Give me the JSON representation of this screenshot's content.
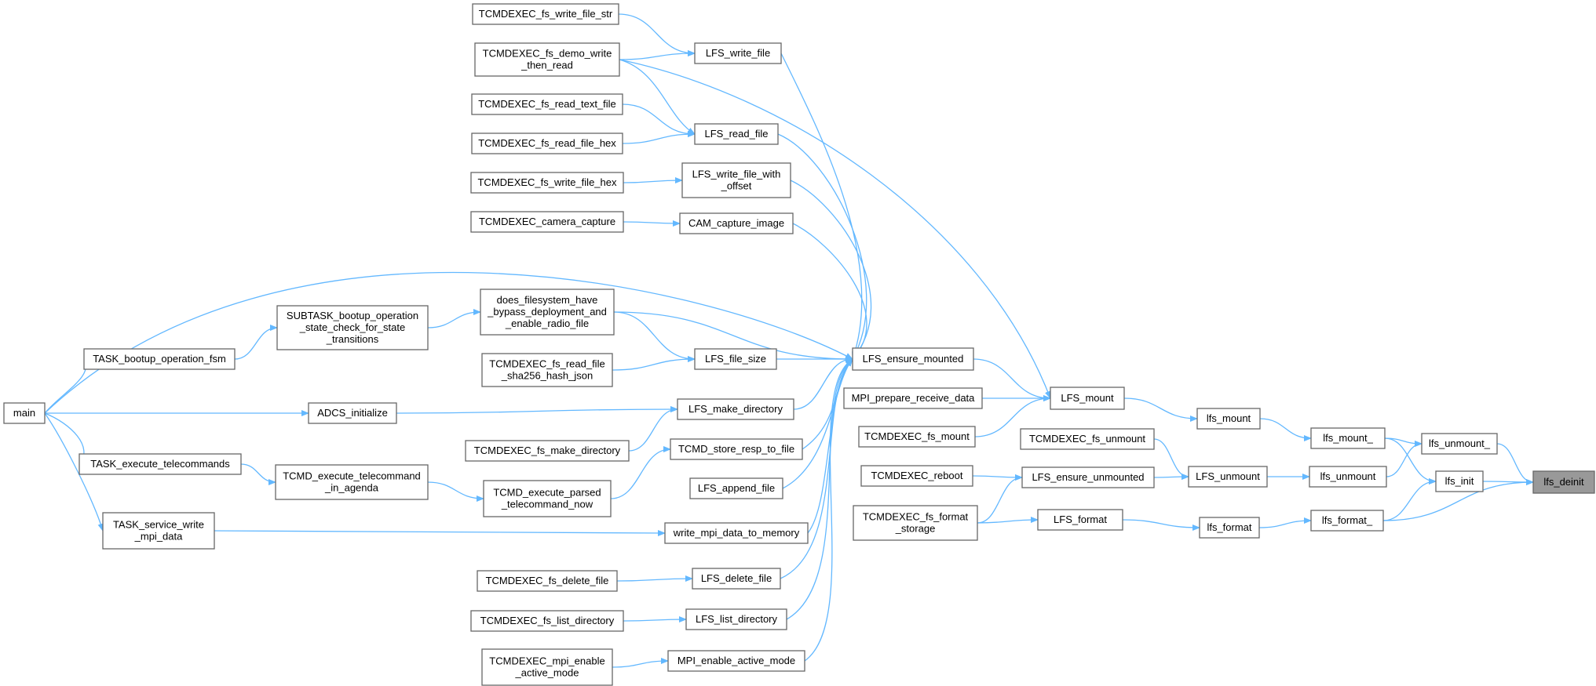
{
  "graph": {
    "root": "lfs_deinit",
    "colors": {
      "edge": "#63b8ff",
      "root_fill": "#999999",
      "node_border": "#666666"
    },
    "nodes": [
      {
        "id": "lfs_deinit",
        "lines": [
          "lfs_deinit"
        ]
      },
      {
        "id": "lfs_unmount_",
        "lines": [
          "lfs_unmount_"
        ]
      },
      {
        "id": "lfs_init",
        "lines": [
          "lfs_init"
        ]
      },
      {
        "id": "lfs_mount_",
        "lines": [
          "lfs_mount_"
        ]
      },
      {
        "id": "lfs_unmount",
        "lines": [
          "lfs_unmount"
        ]
      },
      {
        "id": "lfs_format_",
        "lines": [
          "lfs_format_"
        ]
      },
      {
        "id": "lfs_mount",
        "lines": [
          "lfs_mount"
        ]
      },
      {
        "id": "LFS_unmount",
        "lines": [
          "LFS_unmount"
        ]
      },
      {
        "id": "lfs_format",
        "lines": [
          "lfs_format"
        ]
      },
      {
        "id": "LFS_mount",
        "lines": [
          "LFS_mount"
        ]
      },
      {
        "id": "LFS_ensure_unmounted",
        "lines": [
          "LFS_ensure_unmounted"
        ]
      },
      {
        "id": "LFS_format",
        "lines": [
          "LFS_format"
        ]
      },
      {
        "id": "TCMDEXEC_fs_unmount",
        "lines": [
          "TCMDEXEC_fs_unmount"
        ]
      },
      {
        "id": "TCMDEXEC_reboot",
        "lines": [
          "TCMDEXEC_reboot"
        ]
      },
      {
        "id": "TCMDEXEC_fs_format_storage",
        "lines": [
          "TCMDEXEC_fs_format",
          "_storage"
        ]
      },
      {
        "id": "LFS_ensure_mounted",
        "lines": [
          "LFS_ensure_mounted"
        ]
      },
      {
        "id": "MPI_prepare_receive_data",
        "lines": [
          "MPI_prepare_receive_data"
        ]
      },
      {
        "id": "TCMDEXEC_fs_mount",
        "lines": [
          "TCMDEXEC_fs_mount"
        ]
      },
      {
        "id": "LFS_write_file",
        "lines": [
          "LFS_write_file"
        ]
      },
      {
        "id": "LFS_read_file",
        "lines": [
          "LFS_read_file"
        ]
      },
      {
        "id": "LFS_write_file_with_offset",
        "lines": [
          "LFS_write_file_with",
          "_offset"
        ]
      },
      {
        "id": "CAM_capture_image",
        "lines": [
          "CAM_capture_image"
        ]
      },
      {
        "id": "does_filesystem",
        "lines": [
          "does_filesystem_have",
          "_bypass_deployment_and",
          "_enable_radio_file"
        ]
      },
      {
        "id": "LFS_file_size",
        "lines": [
          "LFS_file_size"
        ]
      },
      {
        "id": "LFS_make_directory",
        "lines": [
          "LFS_make_directory"
        ]
      },
      {
        "id": "TCMD_store_resp_to_file",
        "lines": [
          "TCMD_store_resp_to_file"
        ]
      },
      {
        "id": "LFS_append_file",
        "lines": [
          "LFS_append_file"
        ]
      },
      {
        "id": "write_mpi_data_to_memory",
        "lines": [
          "write_mpi_data_to_memory"
        ]
      },
      {
        "id": "LFS_delete_file",
        "lines": [
          "LFS_delete_file"
        ]
      },
      {
        "id": "LFS_list_directory",
        "lines": [
          "LFS_list_directory"
        ]
      },
      {
        "id": "MPI_enable_active_mode",
        "lines": [
          "MPI_enable_active_mode"
        ]
      },
      {
        "id": "TCMDEXEC_fs_write_file_str",
        "lines": [
          "TCMDEXEC_fs_write_file_str"
        ]
      },
      {
        "id": "TCMDEXEC_fs_demo_write_then_read",
        "lines": [
          "TCMDEXEC_fs_demo_write",
          "_then_read"
        ]
      },
      {
        "id": "TCMDEXEC_fs_read_text_file",
        "lines": [
          "TCMDEXEC_fs_read_text_file"
        ]
      },
      {
        "id": "TCMDEXEC_fs_read_file_hex",
        "lines": [
          "TCMDEXEC_fs_read_file_hex"
        ]
      },
      {
        "id": "TCMDEXEC_fs_write_file_hex",
        "lines": [
          "TCMDEXEC_fs_write_file_hex"
        ]
      },
      {
        "id": "TCMDEXEC_camera_capture",
        "lines": [
          "TCMDEXEC_camera_capture"
        ]
      },
      {
        "id": "SUBTASK_bootup",
        "lines": [
          "SUBTASK_bootup_operation",
          "_state_check_for_state",
          "_transitions"
        ]
      },
      {
        "id": "TCMDEXEC_fs_read_file_sha256",
        "lines": [
          "TCMDEXEC_fs_read_file",
          "_sha256_hash_json"
        ]
      },
      {
        "id": "TCMDEXEC_fs_make_directory",
        "lines": [
          "TCMDEXEC_fs_make_directory"
        ]
      },
      {
        "id": "TCMD_execute_parsed",
        "lines": [
          "TCMD_execute_parsed",
          "_telecommand_now"
        ]
      },
      {
        "id": "TCMDEXEC_fs_delete_file",
        "lines": [
          "TCMDEXEC_fs_delete_file"
        ]
      },
      {
        "id": "TCMDEXEC_fs_list_directory",
        "lines": [
          "TCMDEXEC_fs_list_directory"
        ]
      },
      {
        "id": "TCMDEXEC_mpi_enable_active_mode",
        "lines": [
          "TCMDEXEC_mpi_enable",
          "_active_mode"
        ]
      },
      {
        "id": "TASK_bootup_operation_fsm",
        "lines": [
          "TASK_bootup_operation_fsm"
        ]
      },
      {
        "id": "ADCS_initialize",
        "lines": [
          "ADCS_initialize"
        ]
      },
      {
        "id": "TCMD_execute_telecommand_in_agenda",
        "lines": [
          "TCMD_execute_telecommand",
          "_in_agenda"
        ]
      },
      {
        "id": "TASK_execute_telecommands",
        "lines": [
          "TASK_execute_telecommands"
        ]
      },
      {
        "id": "TASK_service_write_mpi_data",
        "lines": [
          "TASK_service_write",
          "_mpi_data"
        ]
      },
      {
        "id": "main",
        "lines": [
          "main"
        ]
      }
    ],
    "edges": [
      [
        "lfs_unmount_",
        "lfs_deinit"
      ],
      [
        "lfs_init",
        "lfs_deinit"
      ],
      [
        "lfs_format_",
        "lfs_deinit"
      ],
      [
        "lfs_mount_",
        "lfs_unmount_"
      ],
      [
        "lfs_unmount",
        "lfs_unmount_"
      ],
      [
        "lfs_mount_",
        "lfs_init"
      ],
      [
        "lfs_format_",
        "lfs_init"
      ],
      [
        "lfs_mount",
        "lfs_mount_"
      ],
      [
        "LFS_unmount",
        "lfs_unmount"
      ],
      [
        "lfs_format",
        "lfs_format_"
      ],
      [
        "LFS_mount",
        "lfs_mount"
      ],
      [
        "LFS_format",
        "lfs_format"
      ],
      [
        "LFS_ensure_unmounted",
        "LFS_unmount"
      ],
      [
        "TCMDEXEC_fs_unmount",
        "LFS_unmount"
      ],
      [
        "LFS_ensure_mounted",
        "LFS_mount"
      ],
      [
        "MPI_prepare_receive_data",
        "LFS_mount"
      ],
      [
        "TCMDEXEC_fs_mount",
        "LFS_mount"
      ],
      [
        "TCMDEXEC_fs_demo_write_then_read",
        "LFS_mount"
      ],
      [
        "TCMDEXEC_reboot",
        "LFS_ensure_unmounted"
      ],
      [
        "TCMDEXEC_fs_format_storage",
        "LFS_ensure_unmounted"
      ],
      [
        "TCMDEXEC_fs_format_storage",
        "LFS_format"
      ],
      [
        "LFS_write_file",
        "LFS_ensure_mounted"
      ],
      [
        "LFS_read_file",
        "LFS_ensure_mounted"
      ],
      [
        "LFS_write_file_with_offset",
        "LFS_ensure_mounted"
      ],
      [
        "CAM_capture_image",
        "LFS_ensure_mounted"
      ],
      [
        "does_filesystem",
        "LFS_ensure_mounted"
      ],
      [
        "LFS_file_size",
        "LFS_ensure_mounted"
      ],
      [
        "LFS_make_directory",
        "LFS_ensure_mounted"
      ],
      [
        "TCMD_store_resp_to_file",
        "LFS_ensure_mounted"
      ],
      [
        "LFS_append_file",
        "LFS_ensure_mounted"
      ],
      [
        "write_mpi_data_to_memory",
        "LFS_ensure_mounted"
      ],
      [
        "LFS_delete_file",
        "LFS_ensure_mounted"
      ],
      [
        "LFS_list_directory",
        "LFS_ensure_mounted"
      ],
      [
        "MPI_enable_active_mode",
        "LFS_ensure_mounted"
      ],
      [
        "main",
        "LFS_ensure_mounted"
      ],
      [
        "TCMDEXEC_fs_write_file_str",
        "LFS_write_file"
      ],
      [
        "TCMDEXEC_fs_demo_write_then_read",
        "LFS_write_file"
      ],
      [
        "TCMDEXEC_fs_demo_write_then_read",
        "LFS_read_file"
      ],
      [
        "TCMDEXEC_fs_read_text_file",
        "LFS_read_file"
      ],
      [
        "TCMDEXEC_fs_read_file_hex",
        "LFS_read_file"
      ],
      [
        "TCMDEXEC_fs_write_file_hex",
        "LFS_write_file_with_offset"
      ],
      [
        "TCMDEXEC_camera_capture",
        "CAM_capture_image"
      ],
      [
        "SUBTASK_bootup",
        "does_filesystem"
      ],
      [
        "does_filesystem",
        "LFS_file_size"
      ],
      [
        "TCMDEXEC_fs_read_file_sha256",
        "LFS_file_size"
      ],
      [
        "TCMDEXEC_fs_make_directory",
        "LFS_make_directory"
      ],
      [
        "main",
        "ADCS_initialize"
      ],
      [
        "ADCS_initialize",
        "LFS_make_directory"
      ],
      [
        "TCMD_execute_parsed",
        "TCMD_store_resp_to_file"
      ],
      [
        "TCMD_execute_telecommand_in_agenda",
        "TCMD_execute_parsed"
      ],
      [
        "TASK_execute_telecommands",
        "TCMD_execute_telecommand_in_agenda"
      ],
      [
        "TASK_service_write_mpi_data",
        "write_mpi_data_to_memory"
      ],
      [
        "TCMDEXEC_fs_delete_file",
        "LFS_delete_file"
      ],
      [
        "TCMDEXEC_fs_list_directory",
        "LFS_list_directory"
      ],
      [
        "TCMDEXEC_mpi_enable_active_mode",
        "MPI_enable_active_mode"
      ],
      [
        "TASK_bootup_operation_fsm",
        "SUBTASK_bootup"
      ],
      [
        "main",
        "TASK_bootup_operation_fsm"
      ],
      [
        "main",
        "TASK_execute_telecommands"
      ],
      [
        "main",
        "TASK_service_write_mpi_data"
      ]
    ]
  }
}
